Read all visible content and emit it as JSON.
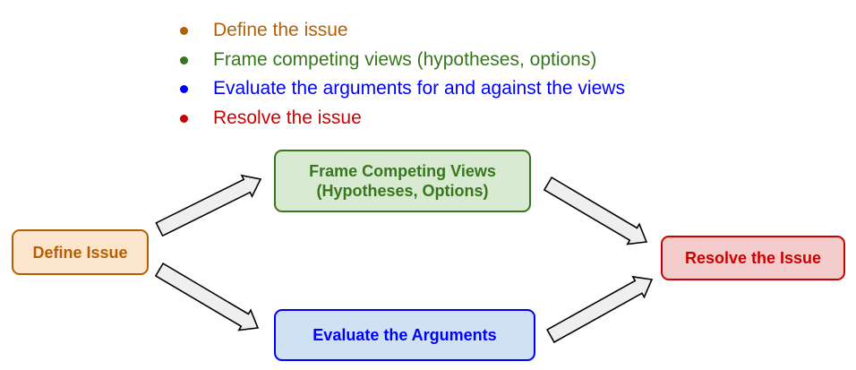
{
  "bullets": [
    {
      "text": "Define the issue",
      "color": "#b45f06"
    },
    {
      "text": "Frame competing views (hypotheses, options)",
      "color": "#38761d"
    },
    {
      "text": "Evaluate the arguments for and against the views",
      "color": "#0000ff"
    },
    {
      "text": "Resolve the issue",
      "color": "#cc0000"
    }
  ],
  "nodes": {
    "define": "Define Issue",
    "frame_line1": "Frame Competing Views",
    "frame_line2": "(Hypotheses, Options)",
    "evaluate": "Evaluate the Arguments",
    "resolve": "Resolve the Issue"
  },
  "edges": [
    {
      "from": "Define Issue",
      "to": "Frame Competing Views"
    },
    {
      "from": "Define Issue",
      "to": "Evaluate the Arguments"
    },
    {
      "from": "Frame Competing Views",
      "to": "Resolve the Issue"
    },
    {
      "from": "Evaluate the Arguments",
      "to": "Resolve the Issue"
    }
  ]
}
